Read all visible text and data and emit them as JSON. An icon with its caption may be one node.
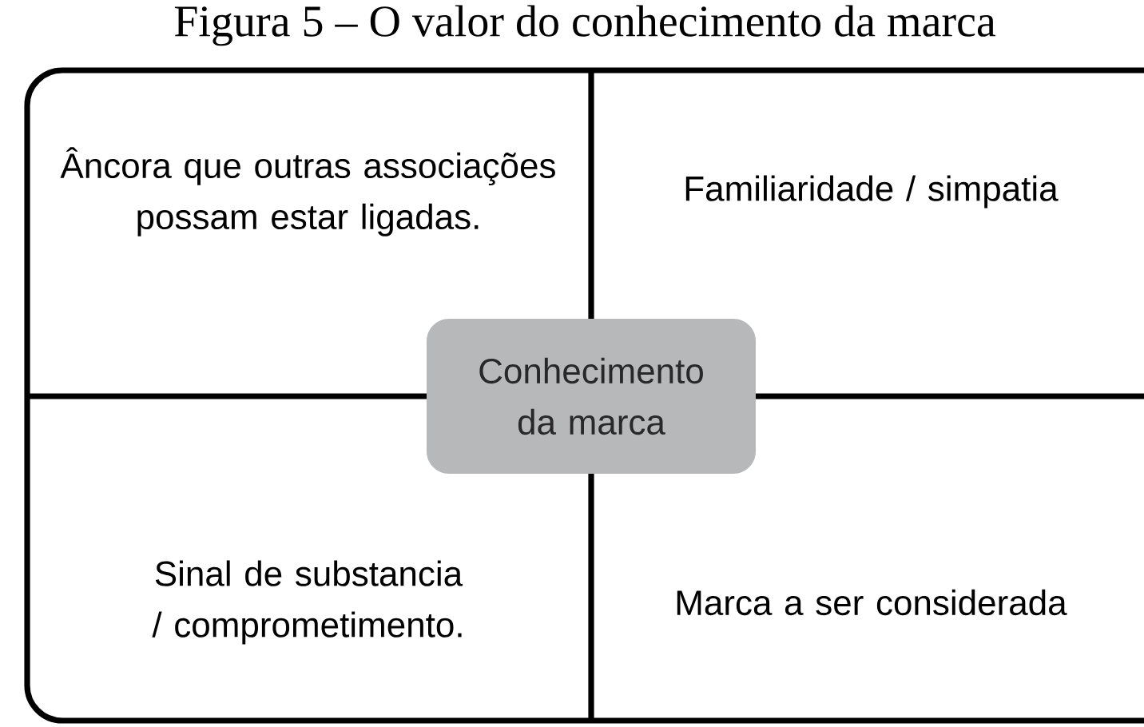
{
  "diagram": {
    "title": "Figura 5 – O valor do conhecimento da marca",
    "nodes": [
      {
        "text": [
          "Âncora que outras associações possam estar ligadas."
        ]
      },
      {
        "text": [
          "Familiaridade / simpatia"
        ]
      },
      {
        "text": [
          "Sinal de substancia / comprometimento."
        ]
      },
      {
        "text": [
          "Marca a ser considerada"
        ]
      },
      {
        "text": [
          "Conhecimento da marca"
        ]
      }
    ]
  }
}
